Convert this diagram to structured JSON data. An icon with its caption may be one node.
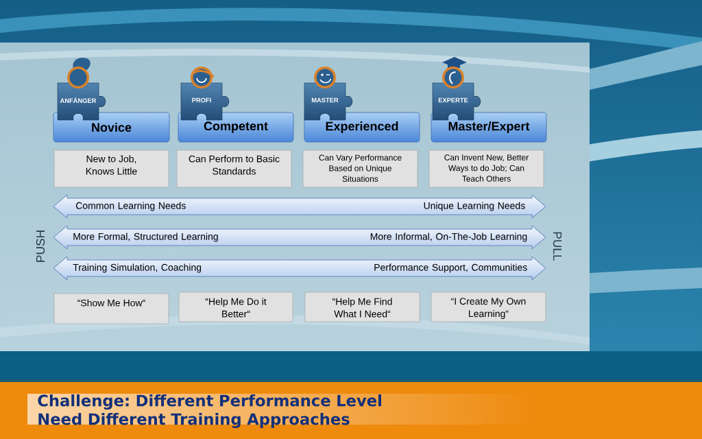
{
  "diagram": {
    "title": "Challenge: Different Performance Level Need Different Training Approaches",
    "nodes": [
      {
        "text": [
          "ANFÄNGER"
        ]
      },
      {
        "text": [
          "PROFI"
        ]
      },
      {
        "text": [
          "MASTER"
        ]
      },
      {
        "text": [
          "EXPERTE"
        ]
      },
      {
        "text": [
          "Novice"
        ]
      },
      {
        "text": [
          "Competent"
        ]
      },
      {
        "text": [
          "Experienced"
        ]
      },
      {
        "text": [
          "Master/Expert"
        ]
      },
      {
        "text": [
          "New to Job, Knows Little"
        ]
      },
      {
        "text": [
          "Can Perform to Basic Standards"
        ]
      },
      {
        "text": [
          "Can Vary Performance Based on Unique Situations"
        ]
      },
      {
        "text": [
          "Can Invent New, Better Ways to do Job; Can Teach Others"
        ]
      },
      {
        "text": [
          "Common Learning Needs",
          "Unique Learning Needs"
        ]
      },
      {
        "text": [
          "More Formal, Structured Learning",
          "More Informal, On-The-Job Learning"
        ]
      },
      {
        "text": [
          "Training Simulation, Coaching",
          "Performance Support, Communities"
        ]
      },
      {
        "text": [
          "“Show Me How“"
        ]
      },
      {
        "text": [
          "“Help Me Do it Better“"
        ]
      },
      {
        "text": [
          "“Help Me Find What I Need“"
        ]
      },
      {
        "text": [
          "“I Create My Own Learning“"
        ]
      }
    ],
    "labels": [
      "PUSH",
      "PULL"
    ]
  }
}
